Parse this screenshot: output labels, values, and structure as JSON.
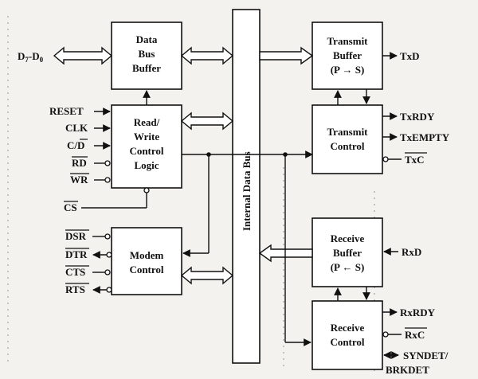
{
  "blocks": {
    "data_bus_buffer": [
      "Data",
      "Bus",
      "Buffer"
    ],
    "rw_control_logic": [
      "Read/",
      "Write",
      "Control",
      "Logic"
    ],
    "modem_control": [
      "Modem",
      "Control"
    ],
    "transmit_buffer": [
      "Transmit",
      "Buffer",
      "(P → S)"
    ],
    "transmit_control": [
      "Transmit",
      "Control"
    ],
    "receive_buffer": [
      "Receive",
      "Buffer",
      "(P ← S)"
    ],
    "receive_control": [
      "Receive",
      "Control"
    ],
    "internal_bus": "Internal Data Bus"
  },
  "left_pins": {
    "data": "D7-D0",
    "rw": [
      "RESET",
      "CLK",
      "C/D",
      "RD",
      "WR"
    ],
    "cs": "CS",
    "modem": [
      "DSR",
      "DTR",
      "CTS",
      "RTS"
    ]
  },
  "right_pins": {
    "txd": "TxD",
    "tx_control": [
      "TxRDY",
      "TxEMPTY",
      "TxC"
    ],
    "rxd": "RxD",
    "rx_control": [
      "RxRDY",
      "RxC",
      "SYNDET/",
      "BRKDET"
    ]
  }
}
